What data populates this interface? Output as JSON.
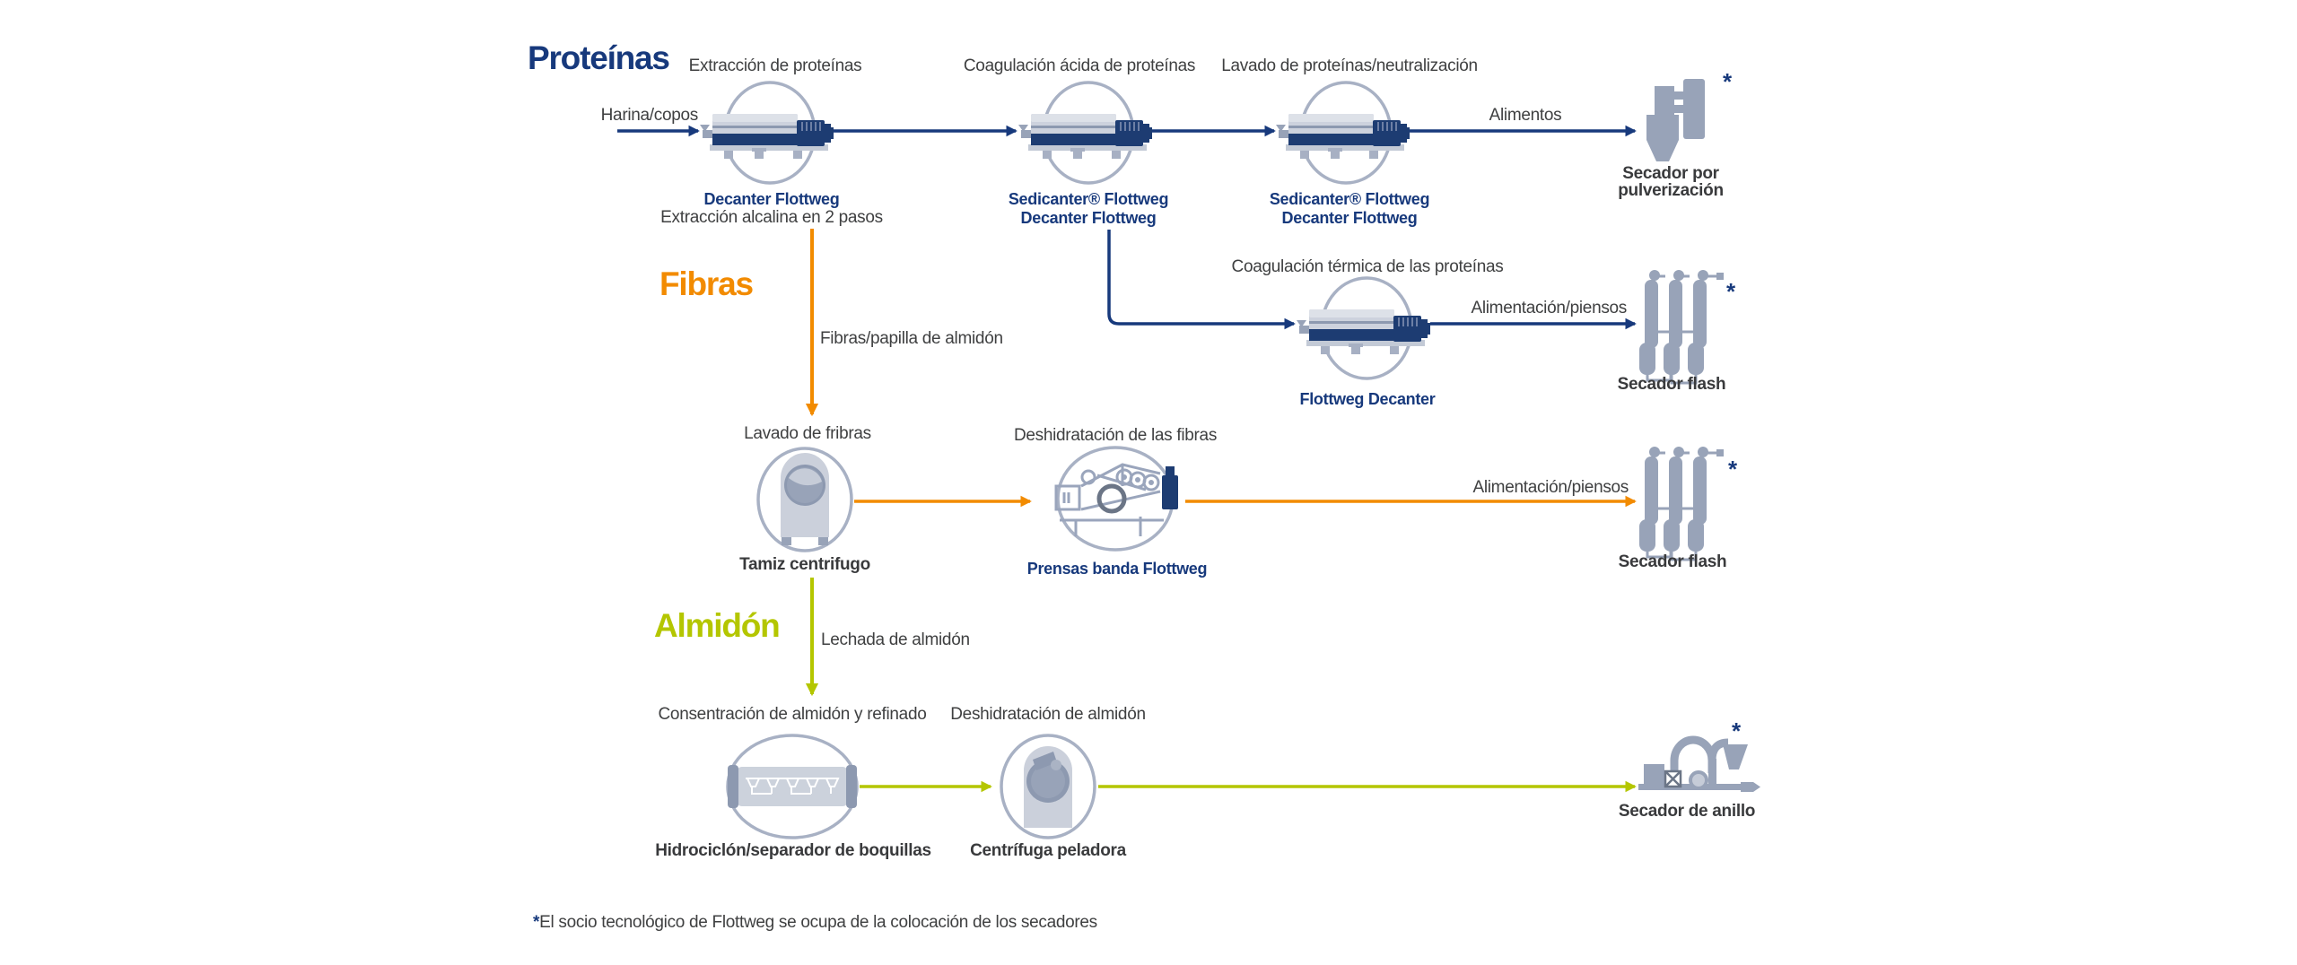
{
  "colors": {
    "navy": "#17397c",
    "orange": "#f28b00",
    "green": "#b4c600",
    "icon_gray": "#98a3b8",
    "icon_dark": "#1d3c72",
    "text_dark": "#3f4041"
  },
  "headings": {
    "proteins": "Proteínas",
    "fibers": "Fibras",
    "starch": "Almidón"
  },
  "steps": {
    "extraction": "Extracción de proteínas",
    "acid_coagulation": "Coagulación ácida de proteínas",
    "protein_washing": "Lavado de proteínas/neutralización",
    "thermal_coagulation": "Coagulación térmica de las proteínas",
    "fiber_washing": "Lavado de fribras",
    "fiber_dewatering": "Deshidratación de las fibras",
    "starch_concentration": "Consentración de almidón y refinado",
    "starch_dewatering": "Deshidratación de almidón"
  },
  "streams": {
    "flour": "Harina/copos",
    "food": "Alimentos",
    "feed_thermal": "Alimentación/piensos",
    "feed_fiber": "Alimentación/piensos",
    "fiber_pulp": "Fibras/papilla de almidón",
    "starch_milk": "Lechada de almidón"
  },
  "machines": {
    "decanter1": {
      "name": "Decanter Flottweg",
      "subtitle": "Extracción alcalina en 2 pasos"
    },
    "sedicanter1": {
      "line1": "Sedicanter® Flottweg",
      "line2": "Decanter Flottweg"
    },
    "sedicanter2": {
      "line1": "Sedicanter® Flottweg",
      "line2": "Decanter Flottweg"
    },
    "decanter2": {
      "name": "Flottweg Decanter"
    },
    "screen": {
      "name": "Tamiz centrifugo"
    },
    "belt_press": {
      "name": "Prensas banda Flottweg"
    },
    "hydrocyclone": {
      "name": "Hidrociclón/separador de boquillas"
    },
    "peeler": {
      "name": "Centrífuga peladora"
    }
  },
  "dryers": {
    "spray": {
      "line1": "Secador por",
      "line2": "pulverización",
      "asterisk": "*"
    },
    "flash1": {
      "label": "Secador flash",
      "asterisk": "*"
    },
    "flash2": {
      "label": "Secador flash",
      "asterisk": "*"
    },
    "ring": {
      "label": "Secador de anillo",
      "asterisk": "*"
    }
  },
  "footnote": {
    "asterisk": "*",
    "text": "El socio tecnológico de Flottweg se ocupa de la colocación de los secadores"
  }
}
